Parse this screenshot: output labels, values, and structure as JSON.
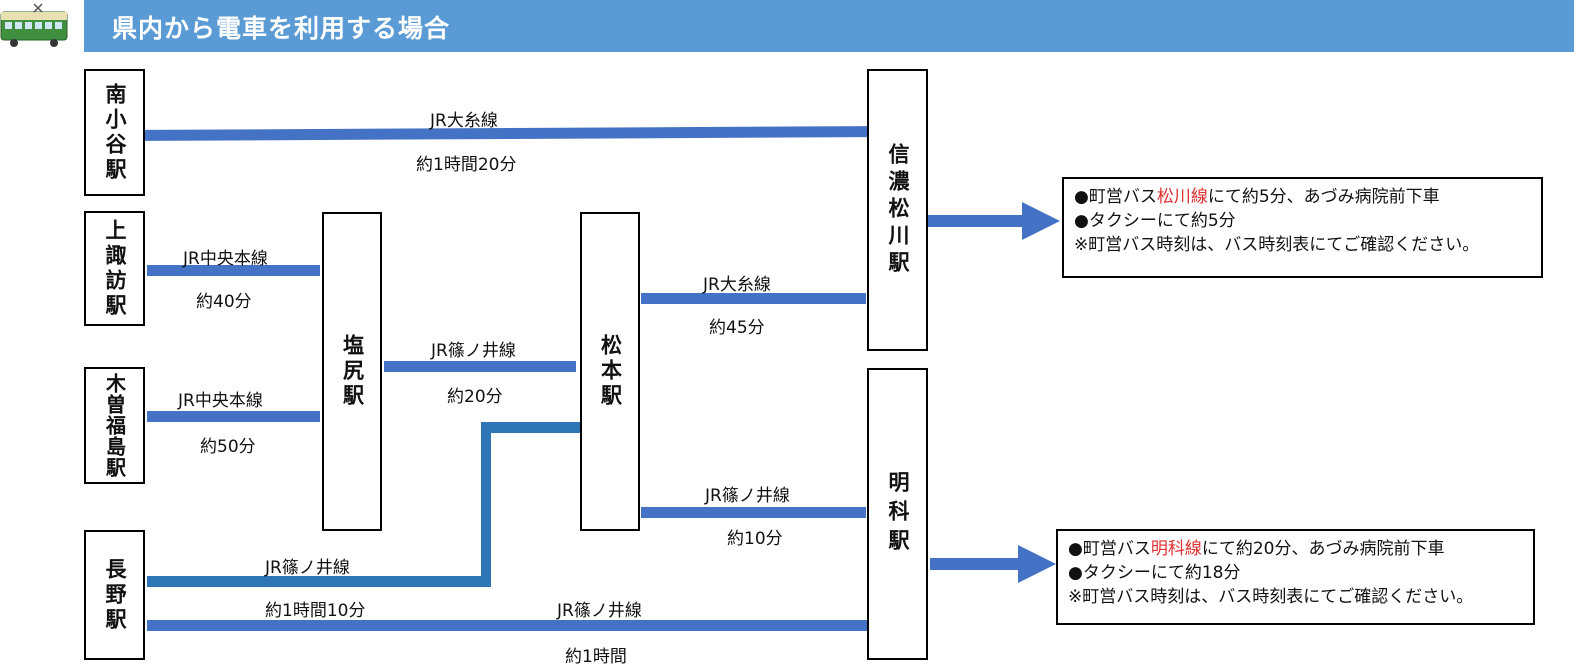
{
  "header": {
    "title": "県内から電車を利用する場合"
  },
  "stations": {
    "minami_otari": "南小谷駅",
    "kami_suwa": "上諏訪駅",
    "kiso_fukushima": "木曽福島駅",
    "nagano": "長野駅",
    "shiojiri": "塩尻駅",
    "matsumoto": "松本駅",
    "shinano_matsukawa": "信濃松川駅",
    "akashina": "明科駅"
  },
  "routes": {
    "minami_otari_line": "JR大糸線",
    "minami_otari_time": "約1時間20分",
    "kami_suwa_line": "JR中央本線",
    "kami_suwa_time": "約40分",
    "kiso_line": "JR中央本線",
    "kiso_time": "約50分",
    "shiojiri_matsumoto_line": "JR篠ノ井線",
    "shiojiri_matsumoto_time": "約20分",
    "matsumoto_matsukawa_line": "JR大糸線",
    "matsumoto_matsukawa_time": "約45分",
    "matsumoto_akashina_line": "JR篠ノ井線",
    "matsumoto_akashina_time": "約10分",
    "nagano_matsumoto_line": "JR篠ノ井線",
    "nagano_matsumoto_time": "約1時間10分",
    "nagano_akashina_line": "JR篠ノ井線",
    "nagano_akashina_time": "約1時間"
  },
  "info_matsukawa": {
    "bus_prefix": "●町営バス",
    "bus_line": "松川線",
    "bus_suffix": "にて約5分、あづみ病院前下車",
    "taxi": "●タクシーにて約5分",
    "note": "※町営バス時刻は、バス時刻表にてご確認ください。"
  },
  "info_akashina": {
    "bus_prefix": "●町営バス",
    "bus_line": "明科線",
    "bus_suffix": "にて約20分、あづみ病院前下車",
    "taxi": "●タクシーにて約18分",
    "note": "※町営バス時刻は、バス時刻表にてご確認ください。"
  },
  "colors": {
    "header": "#5b9bd5",
    "line": "#4472c4",
    "highlight": "#e03030"
  },
  "icons": {
    "header_icon": "train-icon"
  }
}
